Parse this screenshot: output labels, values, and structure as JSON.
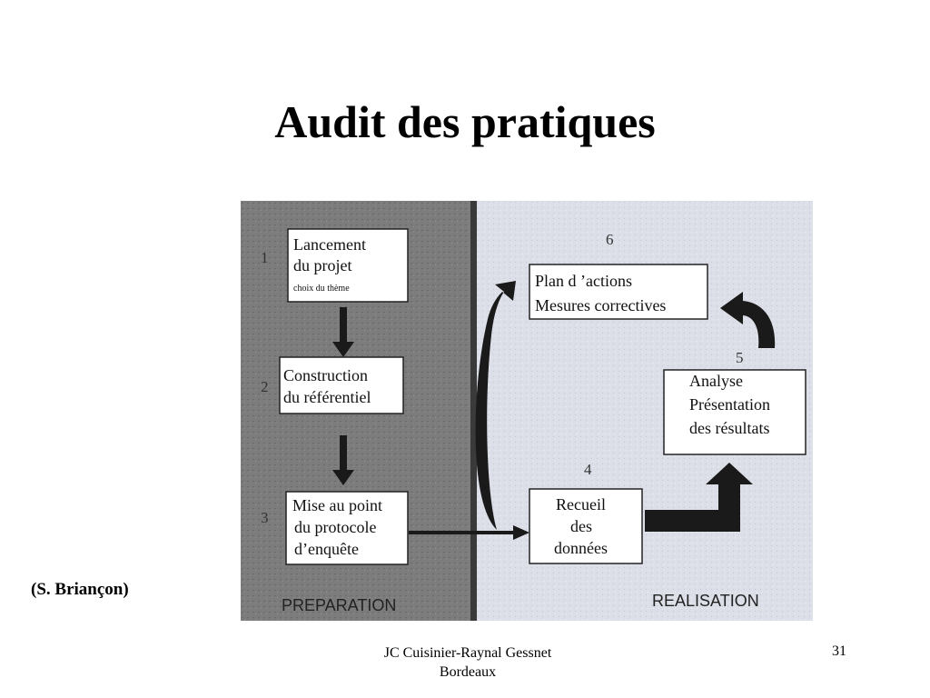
{
  "slide": {
    "title": "Audit des pratiques",
    "credit": "(S. Briançon)",
    "footer_author_line1": "JC Cuisinier-Raynal   Gessnet",
    "footer_author_line2": "Bordeaux",
    "page_number": "31"
  },
  "diagram": {
    "colors": {
      "preparation_bg": "#7c7c7c",
      "realisation_bg": "#dcdfe8",
      "box_fill": "#ffffff",
      "arrow": "#1a1a1a"
    },
    "sections": {
      "preparation": "PREPARATION",
      "realisation": "REALISATION"
    },
    "steps": [
      {
        "number": "1",
        "lines": [
          "Lancement",
          "du projet"
        ],
        "note": "choix du thème"
      },
      {
        "number": "2",
        "lines": [
          "Construction",
          "du référentiel"
        ]
      },
      {
        "number": "3",
        "lines": [
          "Mise au point",
          "du protocole",
          "d’enquête"
        ]
      },
      {
        "number": "4",
        "lines": [
          "Recueil",
          "des",
          "données"
        ]
      },
      {
        "number": "5",
        "lines": [
          "Analyse",
          "Présentation",
          "des résultats"
        ]
      },
      {
        "number": "6",
        "lines": [
          "Plan d ’actions",
          "Mesures correctives"
        ]
      }
    ]
  }
}
